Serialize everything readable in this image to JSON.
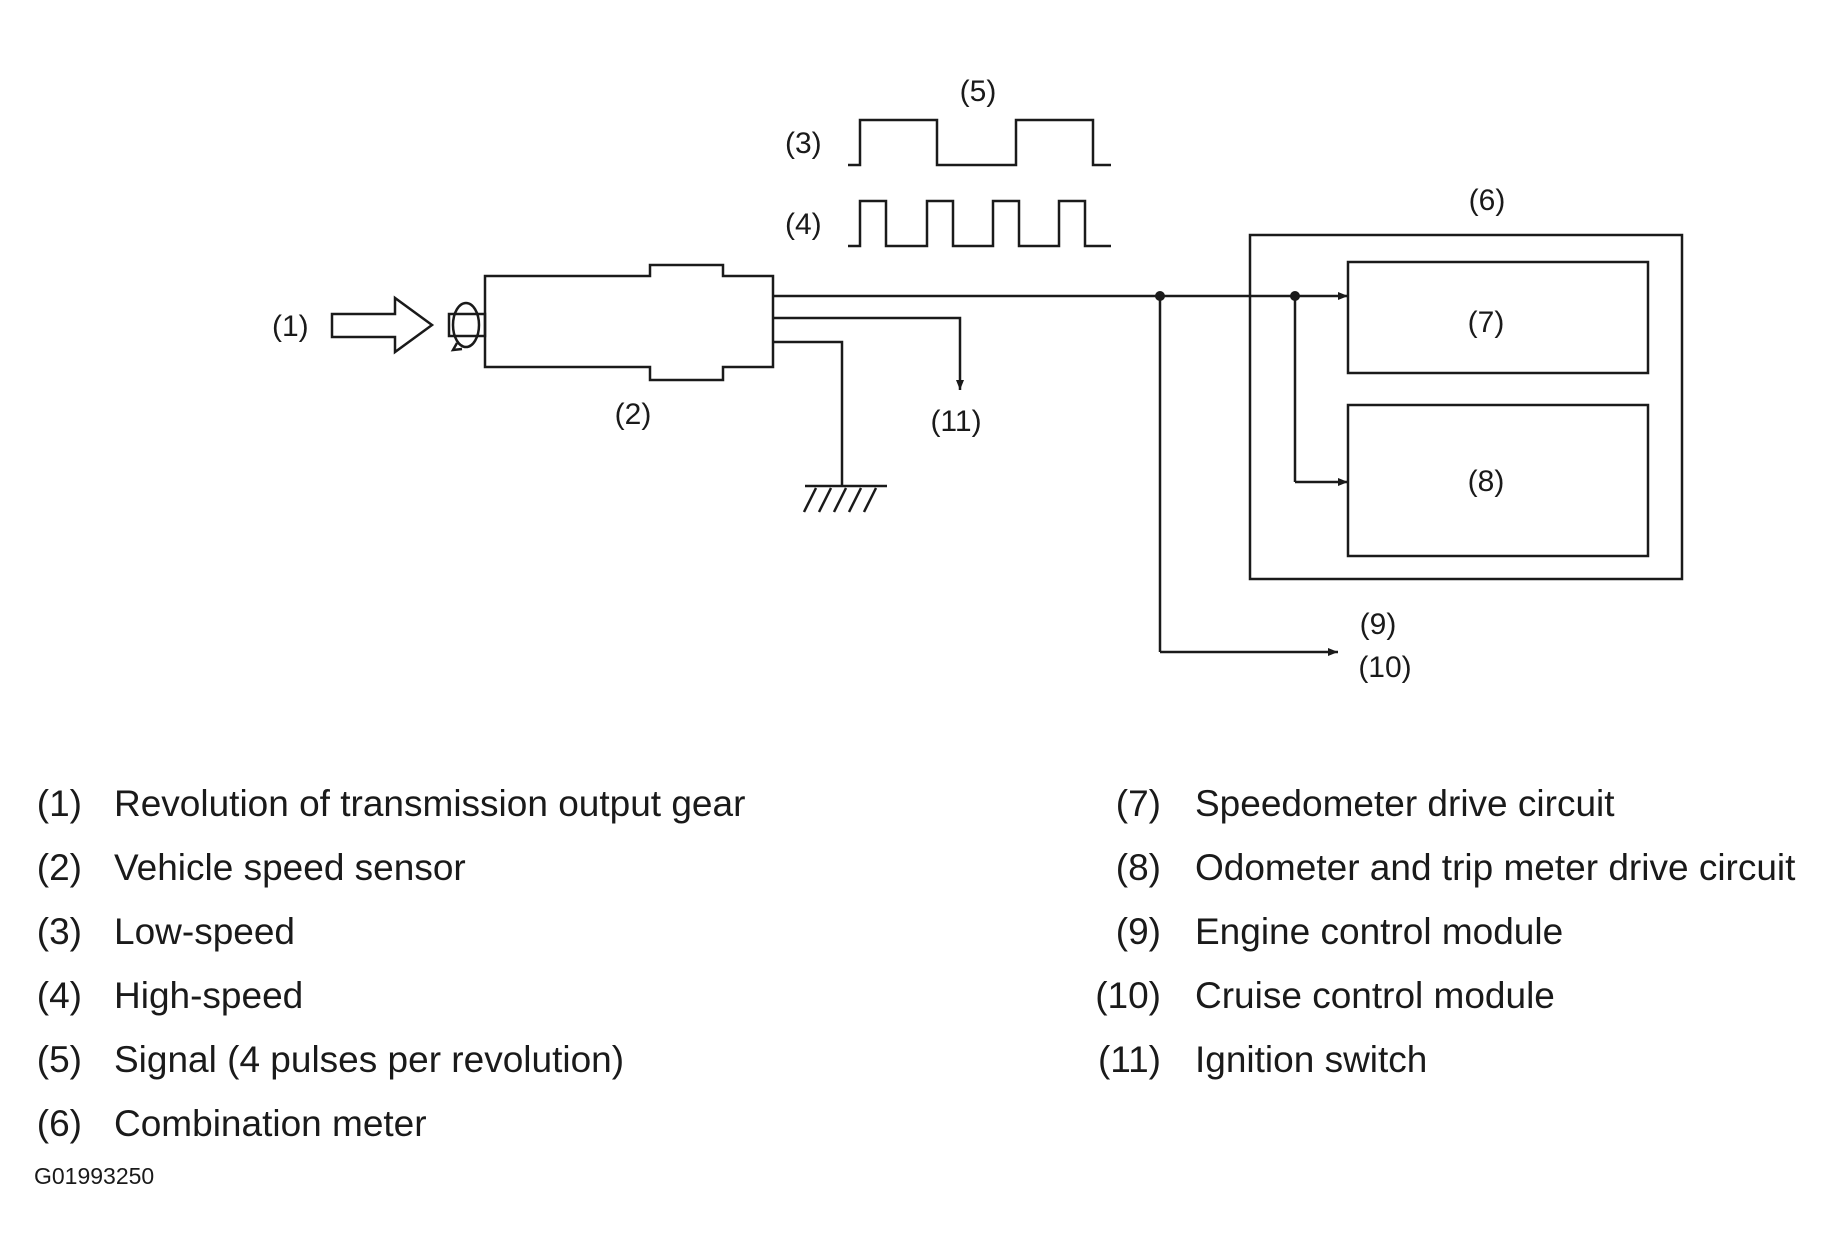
{
  "callouts": {
    "c1": "(1)",
    "c2": "(2)",
    "c3": "(3)",
    "c4": "(4)",
    "c5": "(5)",
    "c6": "(6)",
    "c7": "(7)",
    "c8": "(8)",
    "c9": "(9)",
    "c10": "(10)",
    "c11": "(11)"
  },
  "legend": {
    "left": [
      {
        "num": "(1)",
        "text": "Revolution of transmission output gear"
      },
      {
        "num": "(2)",
        "text": "Vehicle speed sensor"
      },
      {
        "num": "(3)",
        "text": "Low-speed"
      },
      {
        "num": "(4)",
        "text": "High-speed"
      },
      {
        "num": "(5)",
        "text": "Signal (4 pulses per revolution)"
      },
      {
        "num": "(6)",
        "text": "Combination meter"
      }
    ],
    "right": [
      {
        "num": "(7)",
        "text": "Speedometer drive circuit"
      },
      {
        "num": "(8)",
        "text": "Odometer and trip meter drive circuit"
      },
      {
        "num": "(9)",
        "text": "Engine control module"
      },
      {
        "num": "(10)",
        "text": "Cruise control module"
      },
      {
        "num": "(11)",
        "text": "Ignition switch"
      }
    ]
  },
  "figure_id": "G01993250",
  "colors": {
    "ink": "#1a1a1a",
    "background": "#ffffff"
  }
}
